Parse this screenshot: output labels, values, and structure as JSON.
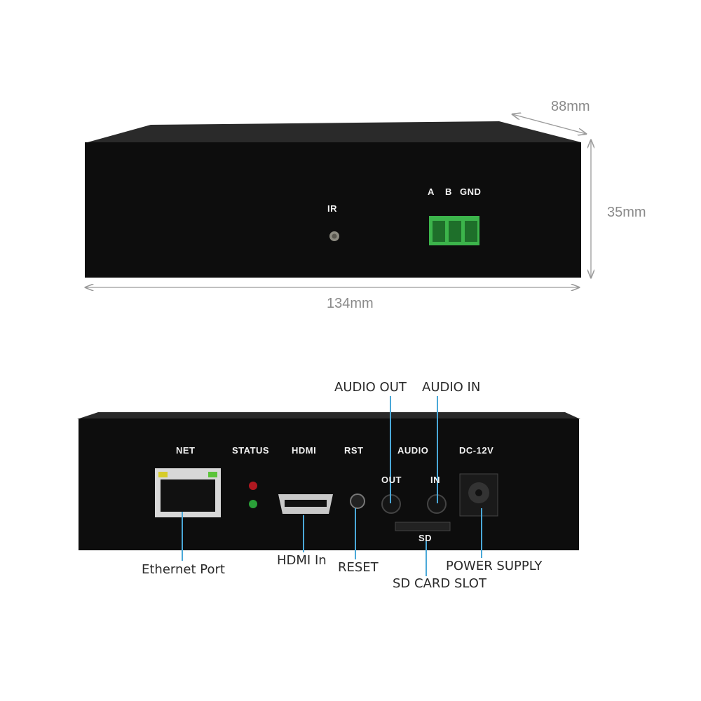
{
  "top_view": {
    "dimensions": {
      "depth": "88mm",
      "height": "35mm",
      "width": "134mm"
    },
    "panel_labels": {
      "ir": "IR",
      "a": "A",
      "b": "B",
      "gnd": "GND"
    }
  },
  "bottom_view": {
    "panel_labels": {
      "net": "NET",
      "status": "STATUS",
      "hdmi": "HDMI",
      "rst": "RST",
      "audio": "AUDIO",
      "out": "OUT",
      "in": "IN",
      "dc": "DC-12V",
      "sd": "SD"
    },
    "callouts": {
      "audio_out": "AUDIO OUT",
      "audio_in": "AUDIO IN",
      "ethernet": "Ethernet Port",
      "hdmi_in": "HDMI In",
      "reset": "RESET",
      "sd_slot": "SD CARD SLOT",
      "power": "POWER SUPPLY"
    }
  },
  "colors": {
    "callout_line": "#4aa8d8",
    "terminal": "#3cb44b",
    "dimension": "#8a8a8a"
  }
}
